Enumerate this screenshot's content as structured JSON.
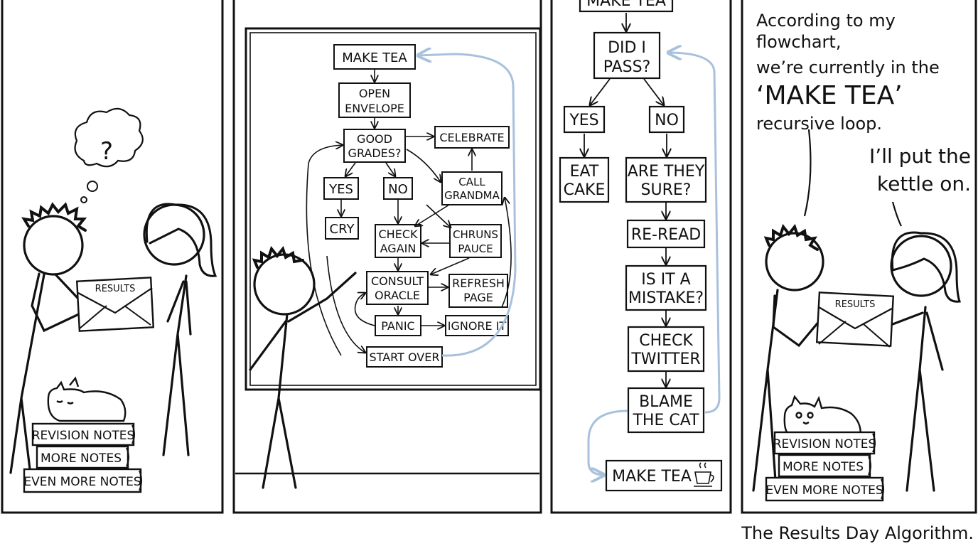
{
  "panel1": {
    "thought": "?",
    "envelope": "RESULTS",
    "books": [
      "REVISION NOTES",
      "MORE NOTES",
      "EVEN MORE NOTES"
    ]
  },
  "panel2": {
    "flow": {
      "make_tea": "MAKE TEA",
      "open_envelope": [
        "OPEN",
        "ENVELOPE"
      ],
      "good_grades": [
        "GOOD",
        "GRADES?"
      ],
      "celebrate": "CELEBRATE",
      "yes": "YES",
      "no": "NO",
      "call_grandma": [
        "CALL",
        "GRANDMA"
      ],
      "cry": "CRY",
      "check_again": [
        "CHECK",
        "AGAIN"
      ],
      "chruns_pauce": [
        "CHRUNS",
        "PAUCE"
      ],
      "consult_oracle": [
        "CONSULT",
        "ORACLE"
      ],
      "refresh_page": [
        "REFRESH",
        "PAGE"
      ],
      "panic": "PANIC",
      "ignore_it": "IGNORE IT",
      "start_over": "START OVER"
    }
  },
  "panel3": {
    "flow": {
      "make_tea_top": "MAKE TEA",
      "did_i_pass": [
        "DID I",
        "PASS?"
      ],
      "yes": "YES",
      "no": "NO",
      "eat_cake": [
        "EAT",
        "CAKE"
      ],
      "are_they_sure": [
        "ARE THEY",
        "SURE?"
      ],
      "re_read": "RE-READ",
      "is_it_a_mistake": [
        "IS IT A",
        "MISTAKE?"
      ],
      "check_twitter": [
        "CHECK",
        "TWITTER"
      ],
      "blame_the_cat": [
        "BLAME",
        "THE CAT"
      ],
      "make_tea_bottom": "MAKE TEA"
    }
  },
  "panel4": {
    "speech_left": [
      "According to my flowchart,",
      "we’re currently in the",
      "‘MAKE TEA’",
      "recursive loop."
    ],
    "speech_right": [
      "I’ll put the",
      "kettle on."
    ],
    "envelope": "RESULTS",
    "books": [
      "REVISION NOTES",
      "MORE NOTES",
      "EVEN MORE NOTES"
    ]
  },
  "caption": "The Results Day Algorithm.",
  "colors": {
    "ink": "#111111",
    "loop_arrow": "#a9c1dc",
    "background": "#ffffff"
  }
}
